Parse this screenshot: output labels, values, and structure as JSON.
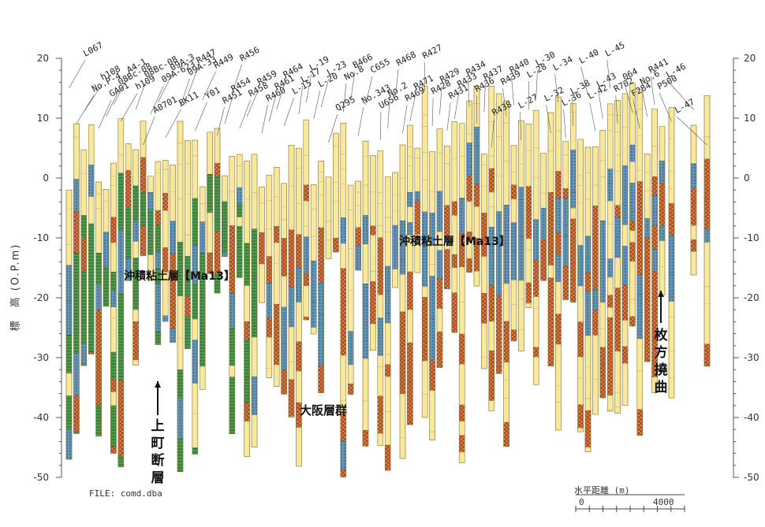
{
  "y_axis": {
    "label": "標　高 (O.P.m)",
    "ticks": [
      20,
      10,
      0,
      -10,
      -20,
      -30,
      -40,
      -50
    ]
  },
  "borehole_labels": [
    "L067",
    "No.P-4",
    "h108",
    "GA01",
    "08Bc-08",
    "A4-1",
    "h109",
    "08Bc-08",
    "A0701",
    "09A-623",
    "09A-3",
    "BK11",
    "09A-33",
    "R447",
    "Y01",
    "R449",
    "R451",
    "R454",
    "R456",
    "R458",
    "R459",
    "R460",
    "R461",
    "R464",
    "L-15",
    "L-17",
    "L-19",
    "L-20",
    "L-23",
    "Q295",
    "No.8",
    "B466",
    "No.343",
    "C655",
    "U656",
    "No.2",
    "R468",
    "R469",
    "R471",
    "R427",
    "R428",
    "R429",
    "R431",
    "R433",
    "R434",
    "R436",
    "R437",
    "R438",
    "R439",
    "R440",
    "L-27",
    "L-28",
    "L-30",
    "L-32",
    "L-34",
    "L-36",
    "L-38",
    "L-40",
    "L-42",
    "L-43",
    "L-45",
    "R702",
    "064",
    "F284",
    "No.6",
    "R441",
    "P500",
    "L-46",
    "L-47"
  ],
  "annotations": {
    "alluvial_left": "沖積粘土層【Ma13】",
    "alluvial_right": "沖積粘土層【Ma13】",
    "osaka_group": "大阪層群",
    "uemachi_fault": [
      "上",
      "町",
      "断",
      "層"
    ],
    "hirakata_flexure": [
      "枚",
      "方",
      "撓",
      "曲"
    ]
  },
  "file_label": "FILE: comd.dba",
  "scale_bar": {
    "label": "水平距離 (m)",
    "start": "0",
    "end": "4000"
  },
  "colors": {
    "sand": "#f8e89c",
    "clay_marine": "#4e9a4e",
    "silt_blue": "#5f93b8",
    "gravel_orange": "#e0814a",
    "outline": "#8a7a3a"
  }
}
